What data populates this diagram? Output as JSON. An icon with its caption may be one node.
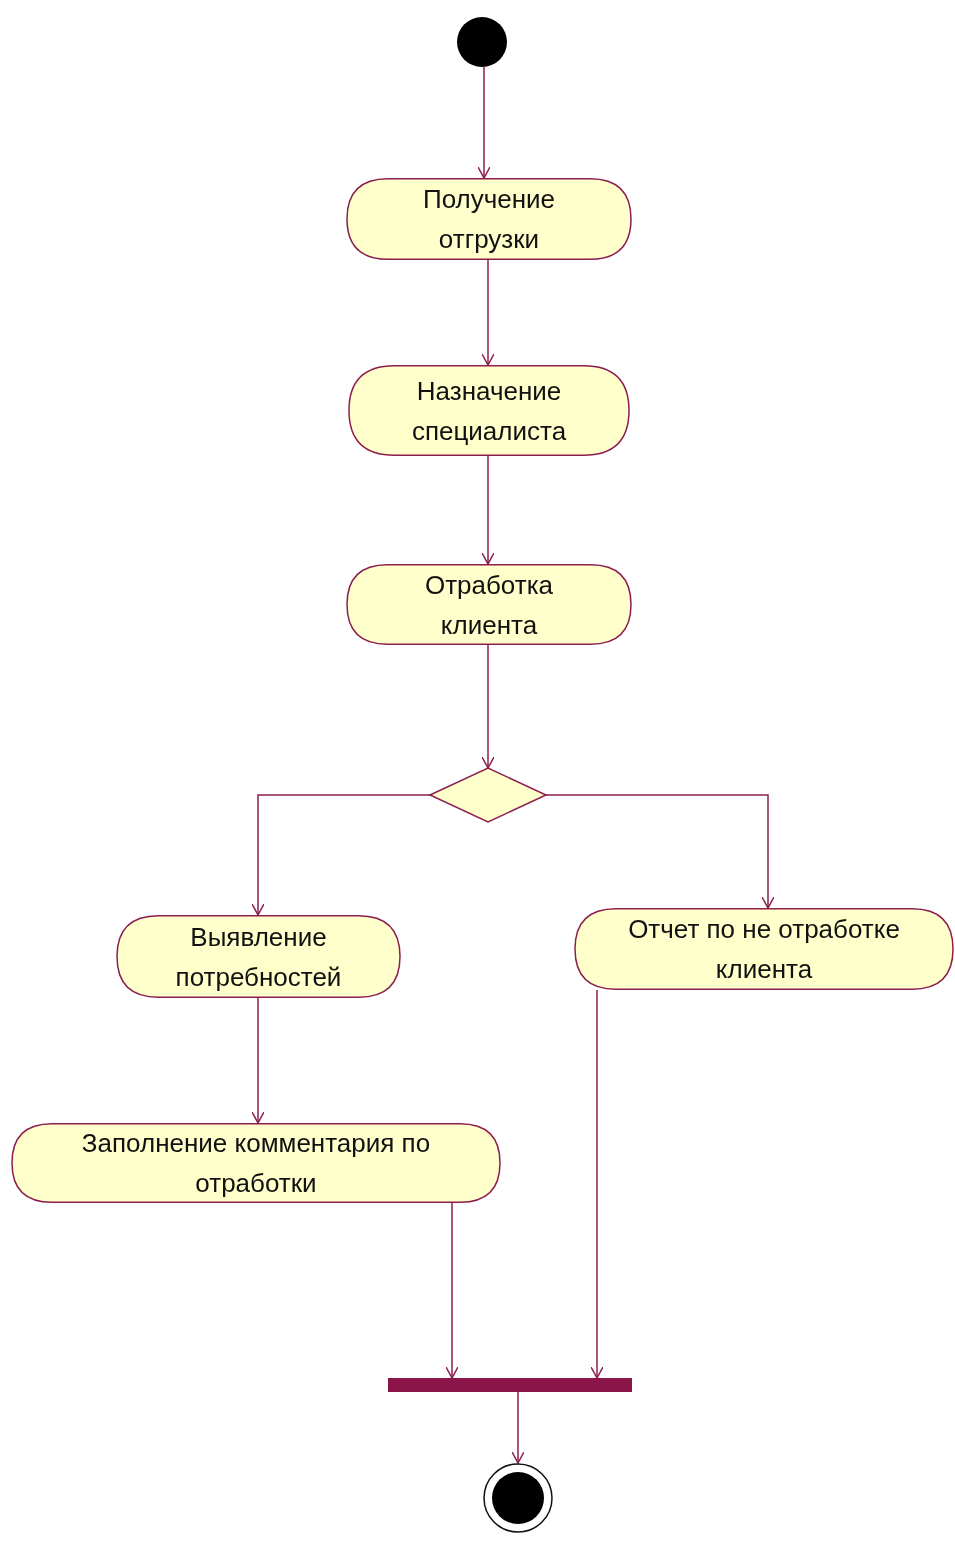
{
  "diagram": {
    "nodes": [
      {
        "text": [],
        "shape": "circle"
      },
      {
        "text": [
          "Получение отгрузки"
        ]
      },
      {
        "text": [
          "Назначение специалиста"
        ]
      },
      {
        "text": [
          "Отработка клиента"
        ]
      },
      {
        "text": [],
        "shape": "diamond"
      },
      {
        "text": [
          "Выявление потребностей"
        ]
      },
      {
        "text": [
          "Отчет по не отработке клиента"
        ]
      },
      {
        "text": [
          "Заполнение комментария по отработки"
        ]
      },
      {
        "text": [],
        "shape": "bar"
      },
      {
        "text": [],
        "shape": "circle"
      }
    ],
    "edges": [
      {
        "from": 0,
        "to": 1,
        "arrow": "to"
      },
      {
        "from": 1,
        "to": 2,
        "arrow": "to"
      },
      {
        "from": 2,
        "to": 3,
        "arrow": "to"
      },
      {
        "from": 3,
        "to": 4,
        "arrow": "to"
      },
      {
        "from": 4,
        "to": 5,
        "arrow": "to"
      },
      {
        "from": 4,
        "to": 6,
        "arrow": "to"
      },
      {
        "from": 5,
        "to": 7,
        "arrow": "to"
      },
      {
        "from": 7,
        "to": 8,
        "arrow": "to"
      },
      {
        "from": 6,
        "to": 8,
        "arrow": "to"
      },
      {
        "from": 8,
        "to": 9,
        "arrow": "to"
      }
    ]
  }
}
